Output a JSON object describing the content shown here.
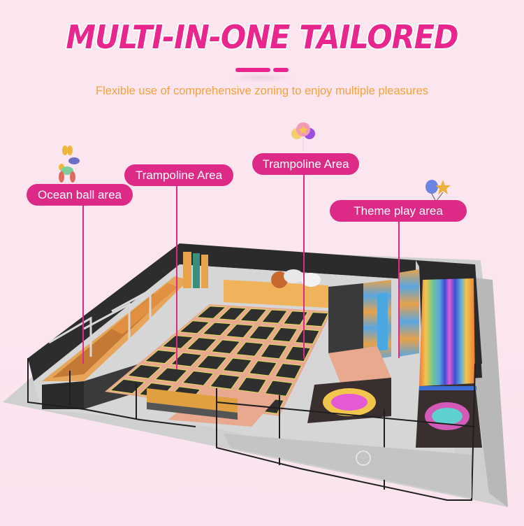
{
  "header": {
    "title": "MULTI-IN-ONE TAILORED",
    "subtitle": "Flexible use of comprehensive zoning to enjoy multiple pleasures"
  },
  "labels": [
    {
      "text": "Ocean ball area",
      "icon": "balloon-dog-icon"
    },
    {
      "text": "Trampoline Area",
      "icon": null
    },
    {
      "text": "Trampoline Area",
      "icon": "balloon-bunch-icon"
    },
    {
      "text": "Theme play area",
      "icon": "balloon-star-icon"
    }
  ],
  "colors": {
    "accent": "#dc2a86",
    "title": "#e8268e",
    "subtitle": "#f5a13a",
    "background": "#fbe5ef",
    "trampoline_frame": "#e9a98f",
    "trampoline_bed": "#2f2f2f",
    "trampoline_trim": "#d9e25a",
    "wall": "#2b2b2b",
    "floor": "#cfcfcf"
  }
}
